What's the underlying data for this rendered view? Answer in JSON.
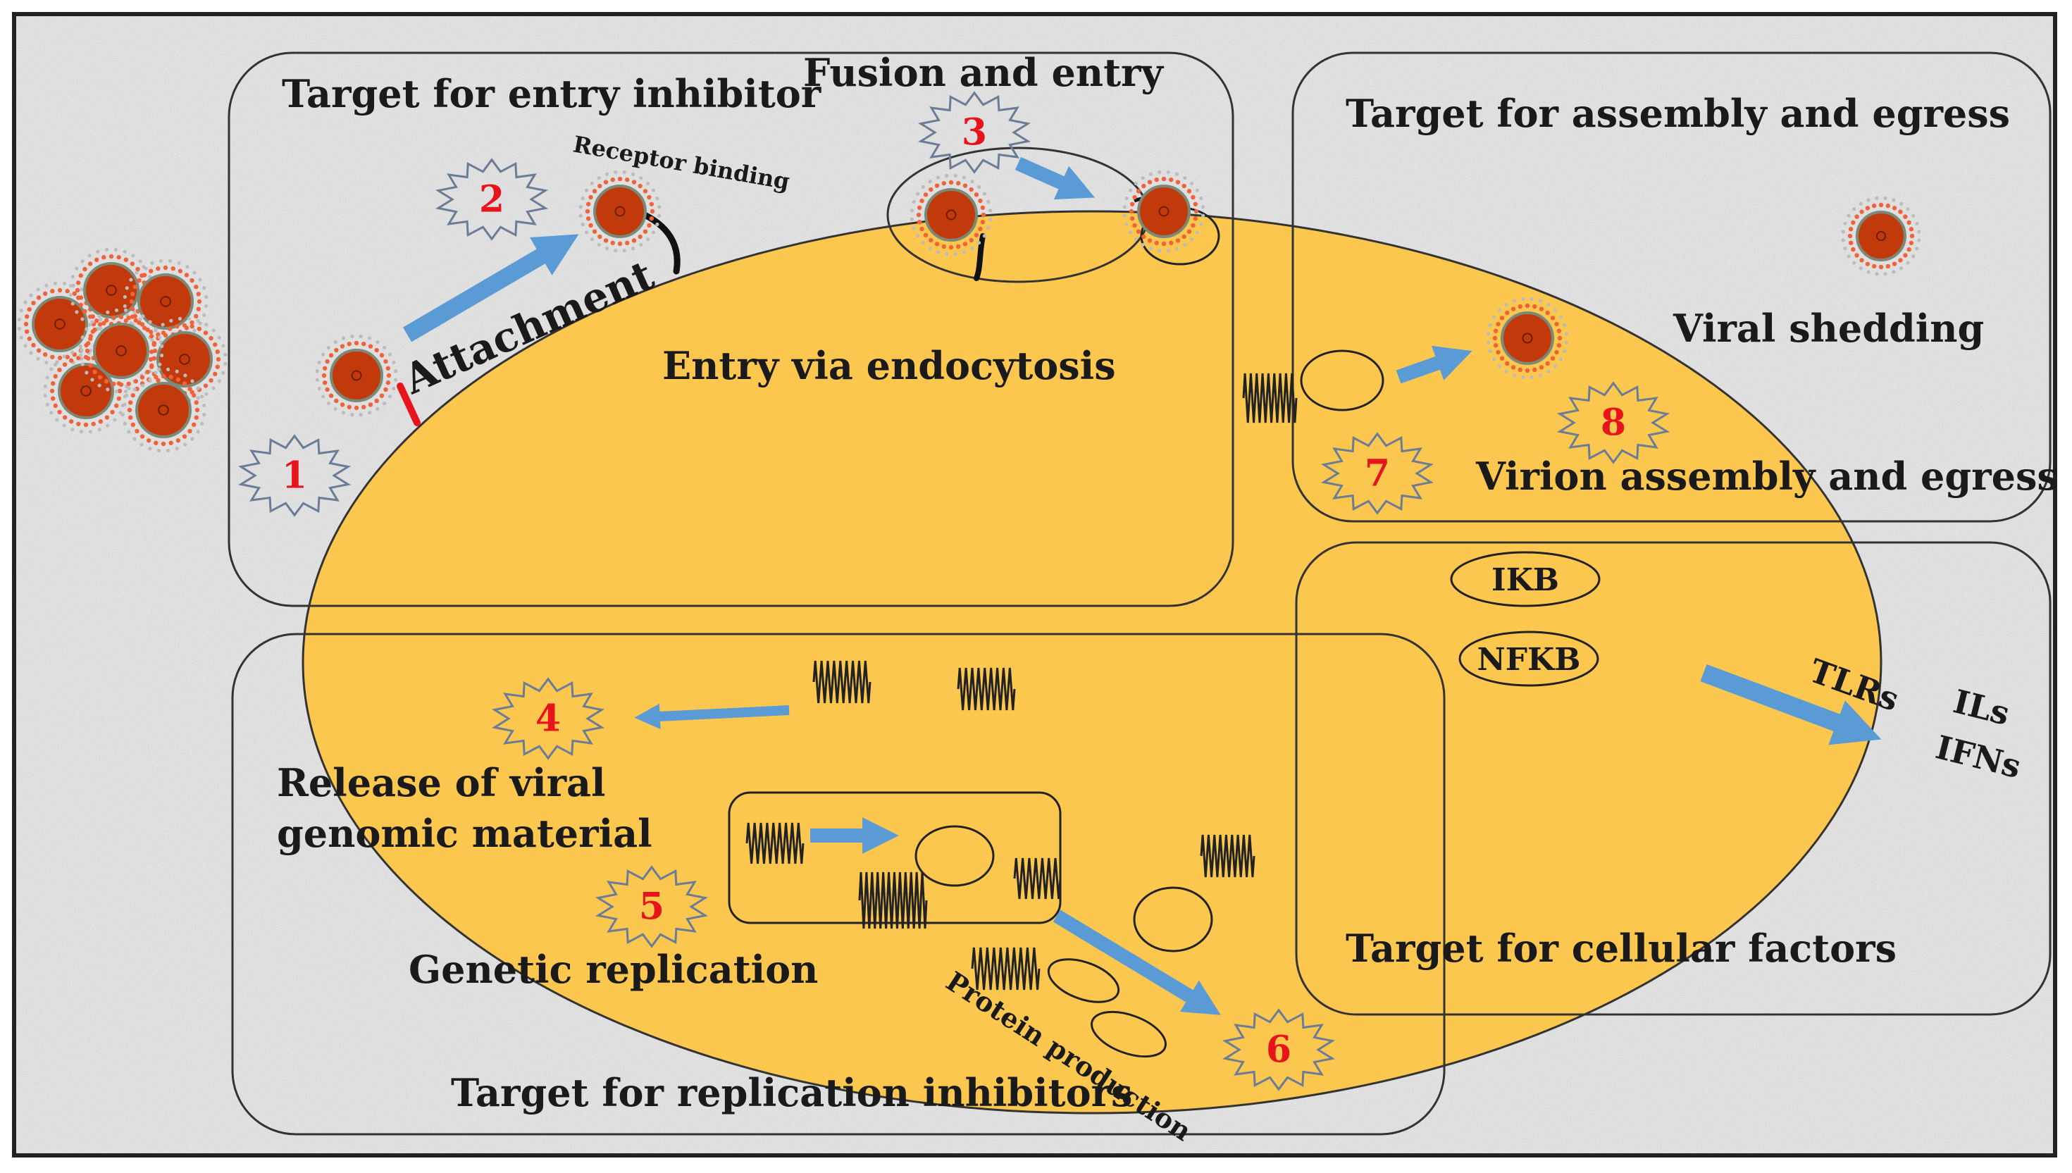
{
  "diagram": {
    "zones": {
      "entry": "Target for entry inhibitor",
      "assembly": "Target for assembly and egress",
      "cellular": "Target for cellular factors",
      "replication": "Target for replication inhibitors"
    },
    "labels": {
      "fusion": "Fusion and entry",
      "receptor_binding": "Receptor binding",
      "attachment": "Attachment",
      "endocytosis": "Entry via endocytosis",
      "viral_shedding": "Viral shedding",
      "virion_assembly": "Virion assembly and egress",
      "release_line1": "Release of viral",
      "release_line2": "genomic material",
      "genetic_replication": "Genetic replication",
      "protein_production": "Protein production",
      "ikb": "IKB",
      "nfkb": "NFKB",
      "tlrs": "TLRs",
      "ils": "ILs",
      "ifns": "IFNs"
    },
    "steps": [
      "1",
      "2",
      "3",
      "4",
      "5",
      "6",
      "7",
      "8"
    ],
    "colors": {
      "cell_fill": "#fcc74f",
      "virus_core": "#c23a0b",
      "virus_spikes": "#f0623a",
      "arrow": "#5b9bd5",
      "step_number": "#e8141b",
      "receptor_red": "#e8141b",
      "background": "#e6e6e6"
    }
  }
}
